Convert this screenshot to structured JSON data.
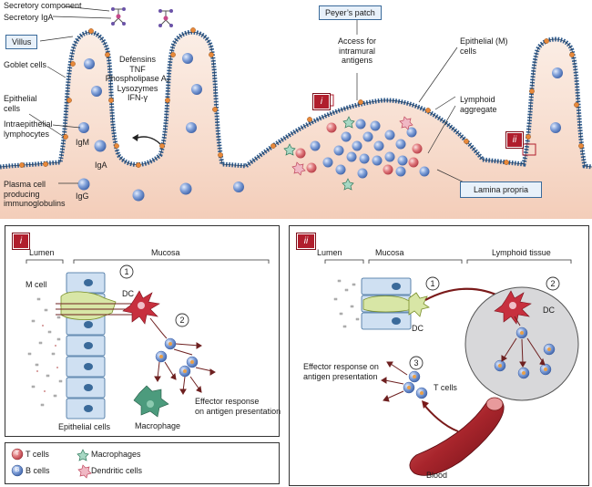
{
  "top": {
    "secretory_component": "Secretory component",
    "secretory_iga": "Secretory IgA",
    "villus": "Villus",
    "goblet_cells": "Goblet cells",
    "epithelial_cells": "Epithelial\ncells",
    "intraepithelial_lymphocytes": "Intraepithelial\nlymphocytes",
    "plasma_cell": "Plasma cell\nproducing\nimmunoglobulins",
    "igm": "IgM",
    "iga": "IgA",
    "igg": "IgG",
    "defensins": "Defensins\nTNF\nPhospholipase A₂\nLysozymes\nIFN-γ",
    "peyers_patch": "Peyer’s patch",
    "access": "Access for\nintramural\nantigens",
    "m_cells": "Epithelial (M)\ncells",
    "lymphoid_aggregate": "Lymphoid\naggregate",
    "lamina_propria": "Lamina propria",
    "tag_i": "i",
    "tag_ii": "ii"
  },
  "panel_i": {
    "tag": "i",
    "lumen": "Lumen",
    "mucosa": "Mucosa",
    "m_cell": "M cell",
    "dc": "DC",
    "step1": "1",
    "step2": "2",
    "epithelial_cells": "Epithelial cells",
    "macrophage": "Macrophage",
    "effector": "Effector response\non antigen presentation"
  },
  "panel_ii": {
    "tag": "ii",
    "lumen": "Lumen",
    "mucosa": "Mucosa",
    "lymphoid_tissue": "Lymphoid tissue",
    "dc1": "DC",
    "dc2": "DC",
    "step1": "1",
    "step2": "2",
    "step3": "3",
    "effector": "Effector response on\nantigen presentation",
    "t_cells": "T cells",
    "blood": "Blood"
  },
  "legend": {
    "t_cells": "T cells",
    "b_cells": "B cells",
    "macrophages": "Macrophages",
    "dendritic_cells": "Dendritic cells",
    "t_symbol": "T",
    "b_symbol": "B"
  },
  "colors": {
    "tissue": "#f7dccd",
    "epithelium": "#2f5b8c",
    "b_cell": "#5f86c9",
    "t_cell": "#d0454f",
    "dc": "#c7303e",
    "macrophage": "#4c9b7d",
    "tag": "#b01e2d"
  }
}
